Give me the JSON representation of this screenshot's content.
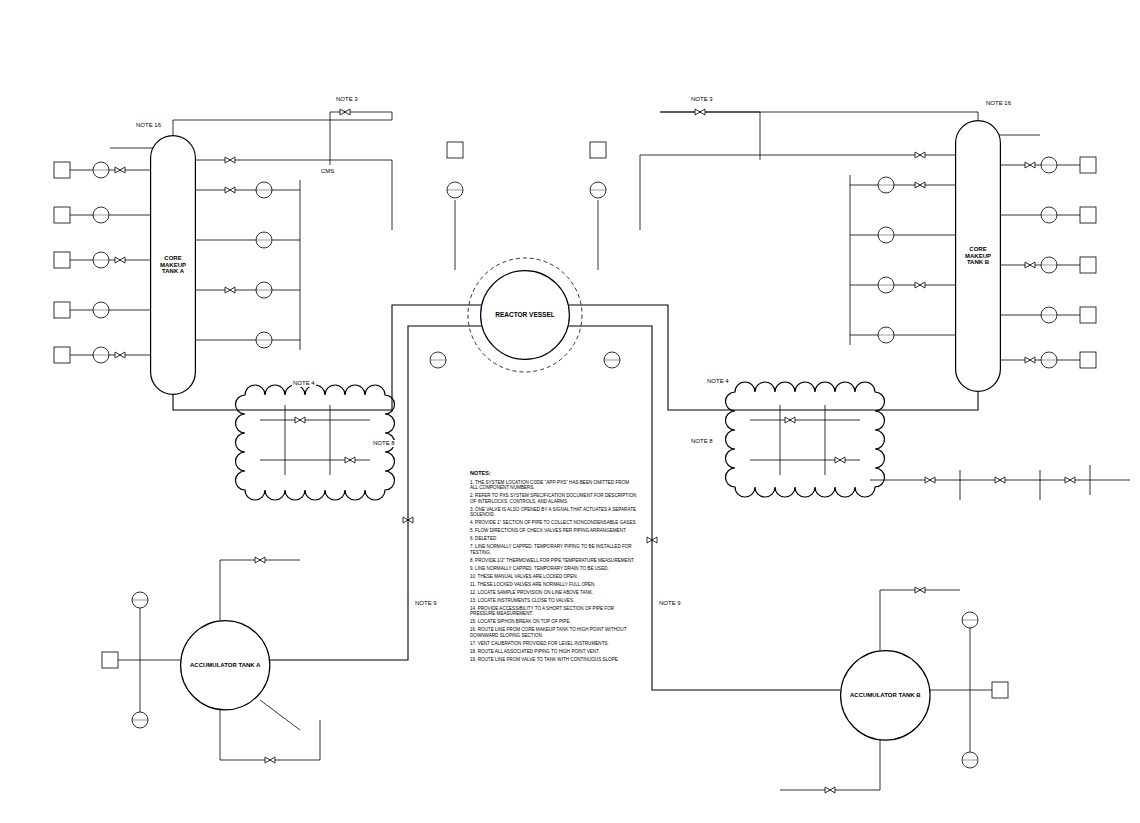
{
  "diagram": {
    "nodes": [
      {
        "text": [
          "REACTOR VESSEL"
        ]
      },
      {
        "text": [
          "CORE MAKEUP TANK A"
        ]
      },
      {
        "text": [
          "CORE MAKEUP TANK B"
        ]
      },
      {
        "text": [
          "ACCUMULATOR TANK A"
        ]
      },
      {
        "text": [
          "ACCUMULATOR TANK B"
        ]
      }
    ],
    "edges": [
      {
        "from": 1,
        "to": 0,
        "arrow": "none"
      },
      {
        "from": 2,
        "to": 0,
        "arrow": "none"
      },
      {
        "from": 3,
        "to": 0,
        "arrow": "none"
      },
      {
        "from": 4,
        "to": 0,
        "arrow": "none"
      }
    ],
    "labels": [
      "NOTES:",
      "1. THE SYSTEM LOCATION CODE \"APP-PXS\" HAS BEEN OMITTED FROM ALL COMPONENT NUMBERS.",
      "2. REFER TO PXS SYSTEM SPECIFICATION DOCUMENT FOR DESCRIPTION OF INTERLOCKS, CONTROLS, AND ALARMS.",
      "3. ONE VALVE IS ALSO OPENED BY A SIGNAL THAT ACTUATES A SEPARATE SOLENOID.",
      "4. PROVIDE 1\" SECTION OF PIPE TO COLLECT NONCONDENSABLE GASES.",
      "5. FLOW DIRECTIONS OF CHECK VALVES PER PIPING ARRANGEMENT.",
      "6. DELETED",
      "7. LINE NORMALLY CAPPED. TEMPORARY PIPING TO BE INSTALLED FOR TESTING.",
      "8. PROVIDE 1/2\" THERMOWELL FOR PIPE TEMPERATURE MEASUREMENT.",
      "9. LINE NORMALLY CAPPED. TEMPORARY DRAIN TO BE USED.",
      "10. THESE MANUAL VALVES ARE LOCKED OPEN.",
      "11. THESE LOCKED VALVES ARE NORMALLY FULL OPEN.",
      "12. LOCATE SAMPLE PROVISION ON LINE ABOVE TANK.",
      "13. LOCATE INSTRUMENTS CLOSE TO VALVES.",
      "14. PROVIDE ACCESSIBILITY TO A SHORT SECTION OF PIPE FOR PRESSURE MEASUREMENT.",
      "15. LOCATE SIPHON BREAK ON TOP OF PIPE.",
      "16. ROUTE LINE FROM CORE MAKEUP TANK TO HIGH POINT WITHOUT DOWNWARD SLOPING SECTION.",
      "17. VENT CALIBRATION PROVIDED FOR LEVEL INSTRUMENTS.",
      "18. ROUTE ALL ASSOCIATED PIPING TO HIGH POINT VENT.",
      "19. ROUTE LINE FROM VALVE TO TANK WITH CONTINUOUS SLOPE.",
      "NOTE 4",
      "NOTE 4",
      "NOTE 8",
      "NOTE 8",
      "NOTE 3",
      "NOTE 3",
      "CMS",
      "NOTE 9",
      "NOTE 9",
      "NOTE 16",
      "NOTE 16"
    ]
  }
}
